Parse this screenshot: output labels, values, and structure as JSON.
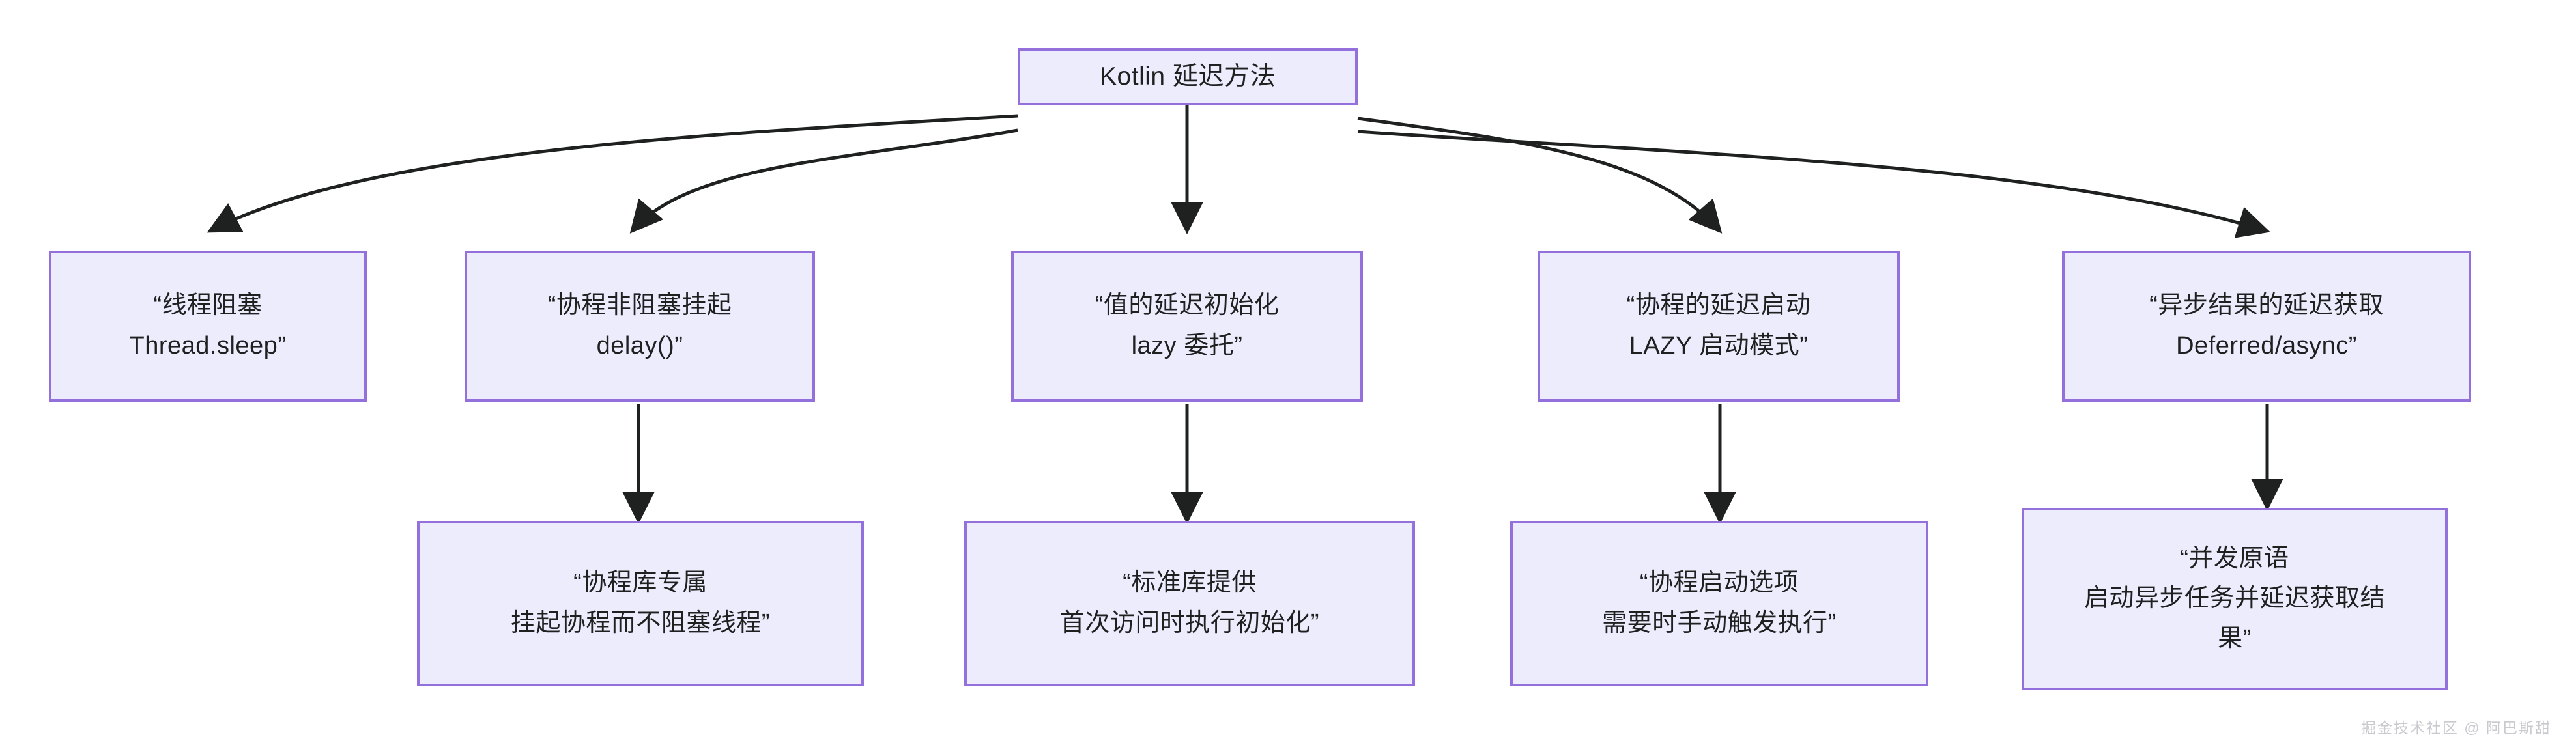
{
  "diagram": {
    "type": "flowchart",
    "direction": "top-down",
    "theme": {
      "node_fill": "#ececfd",
      "node_border": "#9370db",
      "edge_color": "#1f2020",
      "text_color": "#1f2020",
      "background": "#ffffff"
    },
    "root": {
      "id": "root",
      "label": "Kotlin 延迟方法"
    },
    "level1": [
      {
        "id": "n1",
        "label": "“线程阻塞\nThread.sleep”"
      },
      {
        "id": "n2",
        "label": "“协程非阻塞挂起\ndelay()”"
      },
      {
        "id": "n3",
        "label": "“值的延迟初始化\nlazy 委托”"
      },
      {
        "id": "n4",
        "label": "“协程的延迟启动\nLAZY 启动模式”"
      },
      {
        "id": "n5",
        "label": "“异步结果的延迟获取\nDeferred/async”"
      }
    ],
    "level2": [
      {
        "id": "n2a",
        "parent": "n2",
        "label": "“协程库专属\n挂起协程而不阻塞线程”"
      },
      {
        "id": "n3a",
        "parent": "n3",
        "label": "“标准库提供\n首次访问时执行初始化”"
      },
      {
        "id": "n4a",
        "parent": "n4",
        "label": "“协程启动选项\n需要时手动触发执行”"
      },
      {
        "id": "n5a",
        "parent": "n5",
        "label": "“并发原语\n启动异步任务并延迟获取结\n果”"
      }
    ],
    "edges": [
      {
        "from": "root",
        "to": "n1"
      },
      {
        "from": "root",
        "to": "n2"
      },
      {
        "from": "root",
        "to": "n3"
      },
      {
        "from": "root",
        "to": "n4"
      },
      {
        "from": "root",
        "to": "n5"
      },
      {
        "from": "n2",
        "to": "n2a"
      },
      {
        "from": "n3",
        "to": "n3a"
      },
      {
        "from": "n4",
        "to": "n4a"
      },
      {
        "from": "n5",
        "to": "n5a"
      }
    ]
  },
  "watermark": {
    "text": "掘金技术社区 @ 阿巴斯甜"
  }
}
